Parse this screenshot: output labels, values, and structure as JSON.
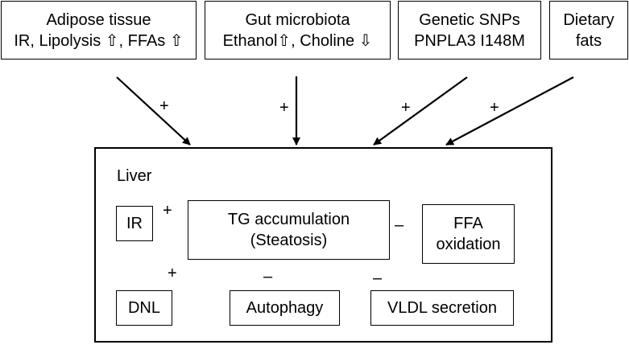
{
  "inputs": [
    {
      "line1": "Adipose tissue",
      "line2": "IR,  Lipolysis ⇧, FFAs ⇧"
    },
    {
      "line1": "Gut microbiota",
      "line2": "Ethanol⇧, Choline ⇩"
    },
    {
      "line1": "Genetic SNPs",
      "line2": "PNPLA3 I148M"
    },
    {
      "line1": "Dietary",
      "line2": "fats"
    }
  ],
  "input_signs": [
    "+",
    "+",
    "+",
    "+"
  ],
  "liver": {
    "label": "Liver",
    "center": {
      "line1": "TG accumulation",
      "line2": "(Steatosis)"
    },
    "ir": "IR",
    "ffa": {
      "line1": "FFA",
      "line2": "oxidation"
    },
    "dnl": "DNL",
    "autophagy": "Autophagy",
    "vldl": "VLDL secretion",
    "signs": {
      "ir": "+",
      "ffa": "–",
      "dnl": "+",
      "autophagy": "–",
      "vldl": "–"
    }
  }
}
